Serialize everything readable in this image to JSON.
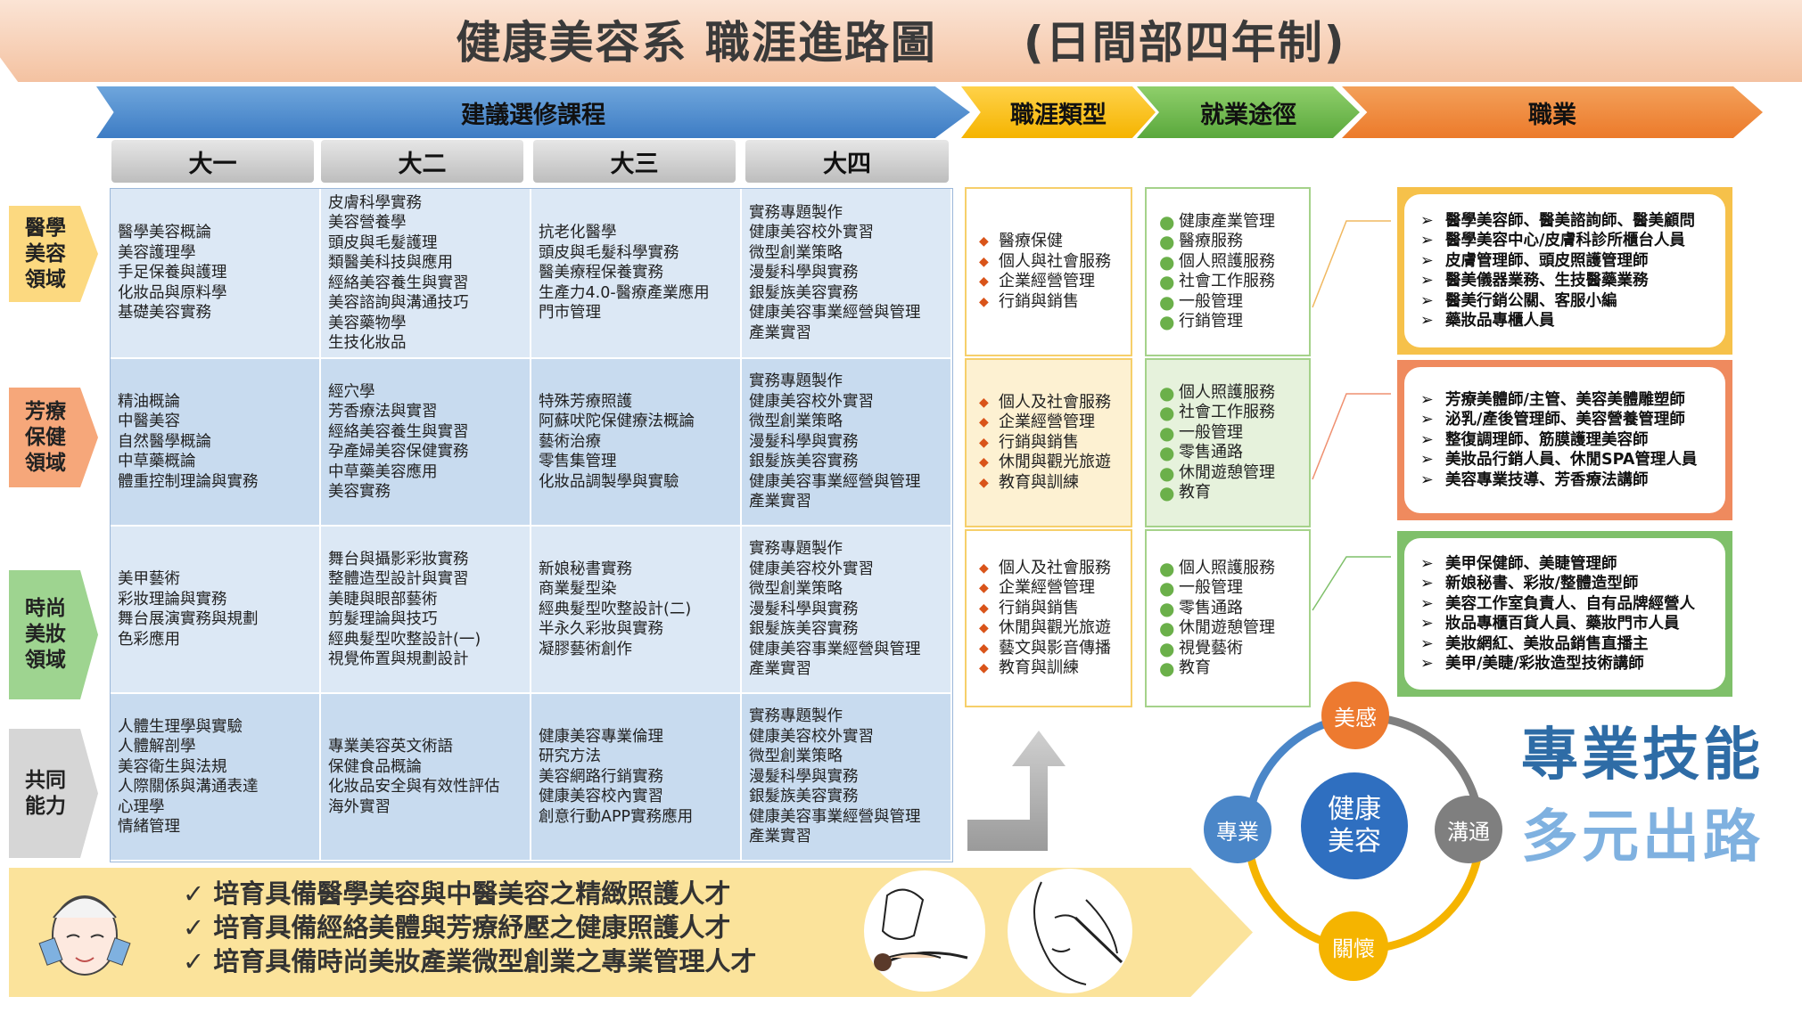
{
  "title": "健康美容系 職涯進路圖     (日間部四年制)",
  "headers": {
    "courses": "建議選修課程",
    "career_type": "職涯類型",
    "employment_path": "就業途徑",
    "jobs": "職業"
  },
  "years": [
    "大一",
    "大二",
    "大三",
    "大四"
  ],
  "domains": [
    {
      "lines": [
        "醫學",
        "美容",
        "領域"
      ],
      "color": "#fcd980"
    },
    {
      "lines": [
        "芳療",
        "保健",
        "領域"
      ],
      "color": "#f6a77a"
    },
    {
      "lines": [
        "時尚",
        "美妝",
        "領域"
      ],
      "color": "#9ed490"
    },
    {
      "lines": [
        "共同",
        "能力"
      ],
      "color": "#d6d6d6"
    }
  ],
  "courses": [
    [
      [
        "醫學美容概論",
        "美容護理學",
        "手足保養與護理",
        "化妝品與原料學",
        "基礎美容實務"
      ],
      [
        "皮膚科學實務",
        "美容營養學",
        "頭皮與毛髮護理",
        "類醫美科技與應用",
        "經絡美容養生與實習",
        "美容諮詢與溝通技巧",
        "美容藥物學",
        "生技化妝品"
      ],
      [
        "抗老化醫學",
        "頭皮與毛髮科學實務",
        "醫美療程保養實務",
        "生產力4.0-醫療產業應用",
        "門市管理"
      ],
      [
        "實務專題製作",
        "健康美容校外實習",
        "微型創業策略",
        "漫髮科學與實務",
        "銀髮族美容實務",
        "健康美容事業經營與管理",
        "產業實習"
      ]
    ],
    [
      [
        "精油概論",
        "中醫美容",
        "自然醫學概論",
        "中草藥概論",
        "體重控制理論與實務"
      ],
      [
        "經穴學",
        "芳香療法與實習",
        "經絡美容養生與實習",
        "孕產婦美容保健實務",
        "中草藥美容應用",
        "美容實務"
      ],
      [
        "特殊芳療照護",
        "阿蘇吠陀保健療法概論",
        "藝術治療",
        "零售集管理",
        "化妝品調製學與實驗"
      ],
      [
        "實務專題製作",
        "健康美容校外實習",
        "微型創業策略",
        "漫髮科學與實務",
        "銀髮族美容實務",
        "健康美容事業經營與管理",
        "產業實習"
      ]
    ],
    [
      [
        "美甲藝術",
        "彩妝理論與實務",
        "舞台展演實務與規劃",
        "色彩應用"
      ],
      [
        "舞台與攝影彩妝實務",
        "整體造型設計與實習",
        "美睫與眼部藝術",
        "剪髮理論與技巧",
        "經典髮型吹整設計(一)",
        "視覺佈置與規劃設計"
      ],
      [
        "新娘秘書實務",
        "商業髮型染",
        "經典髮型吹整設計(二)",
        "半永久彩妝與實務",
        "凝膠藝術創作"
      ],
      [
        "實務專題製作",
        "健康美容校外實習",
        "微型創業策略",
        "漫髮科學與實務",
        "銀髮族美容實務",
        "健康美容事業經營與管理",
        "產業實習"
      ]
    ],
    [
      [
        "人體生理學與實驗",
        "人體解剖學",
        "美容衛生與法規",
        "人際關係與溝通表達",
        "心理學",
        "情緒管理"
      ],
      [
        "專業美容英文術語",
        "保健食品概論",
        "化妝品安全與有效性評估",
        "海外實習"
      ],
      [
        "健康美容專業倫理",
        "研究方法",
        "美容網路行銷實務",
        "健康美容校內實習",
        "創意行動APP實務應用"
      ],
      [
        "實務專題製作",
        "健康美容校外實習",
        "微型創業策略",
        "漫髮科學與實務",
        "銀髮族美容實務",
        "健康美容事業經營與管理",
        "產業實習"
      ]
    ]
  ],
  "career_types": [
    [
      "醫療保健",
      "個人與社會服務",
      "企業經營管理",
      "行銷與銷售"
    ],
    [
      "個人及社會服務",
      "企業經營管理",
      "行銷與銷售",
      "休閒與觀光旅遊",
      "教育與訓練"
    ],
    [
      "個人及社會服務",
      "企業經營管理",
      "行銷與銷售",
      "休閒與觀光旅遊",
      "藝文與影音傳播",
      "教育與訓練"
    ]
  ],
  "employment_paths": [
    [
      "健康產業管理",
      "醫療服務",
      "個人照護服務",
      "社會工作服務",
      "一般管理",
      "行銷管理"
    ],
    [
      "個人照護服務",
      "社會工作服務",
      "一般管理",
      "零售通路",
      "休閒遊憩管理",
      "教育"
    ],
    [
      "個人照護服務",
      "一般管理",
      "零售通路",
      "休閒遊憩管理",
      "視覺藝術",
      "教育"
    ]
  ],
  "jobs": [
    {
      "color": "#f6c14a",
      "items": [
        "醫學美容師、醫美諮詢師、醫美顧問",
        "醫學美容中心/皮膚科診所櫃台人員",
        "皮膚管理師、頭皮照護管理師",
        "醫美儀器業務、生技醫藥業務",
        "醫美行銷公關、客服小編",
        "藥妝品專櫃人員"
      ]
    },
    {
      "color": "#ef8a5e",
      "items": [
        "芳療美體師/主管、美容美體雕塑師",
        "泌乳/產後管理師、美容營養管理師",
        "整復調理師、筋膜護理美容師",
        "美妝品行銷人員、休閒SPA管理人員",
        "美容專業技導、芳香療法講師"
      ]
    },
    {
      "color": "#7fc06a",
      "items": [
        "美甲保健師、美睫管理師",
        "新娘秘書、彩妝/整體造型師",
        "美容工作室負責人、自有品牌經營人",
        "妝品專櫃百貨人員、藥妝門市人員",
        "美妝網紅、美妝品銷售直播主",
        "美甲/美睫/彩妝造型技術講師"
      ]
    }
  ],
  "goals": [
    "✓ 培育具備醫學美容與中醫美容之精緻照護人才",
    "✓ 培育具備經絡美體與芳療紓壓之健康照護人才",
    "✓ 培育具備時尚美妝產業微型創業之專業管理人才"
  ],
  "cycle": {
    "center": [
      "健康",
      "美容"
    ],
    "top": "美感",
    "right": "溝通",
    "bottom": "關懷",
    "left": "專業"
  },
  "slogans": [
    "專業技能",
    "多元出路"
  ]
}
